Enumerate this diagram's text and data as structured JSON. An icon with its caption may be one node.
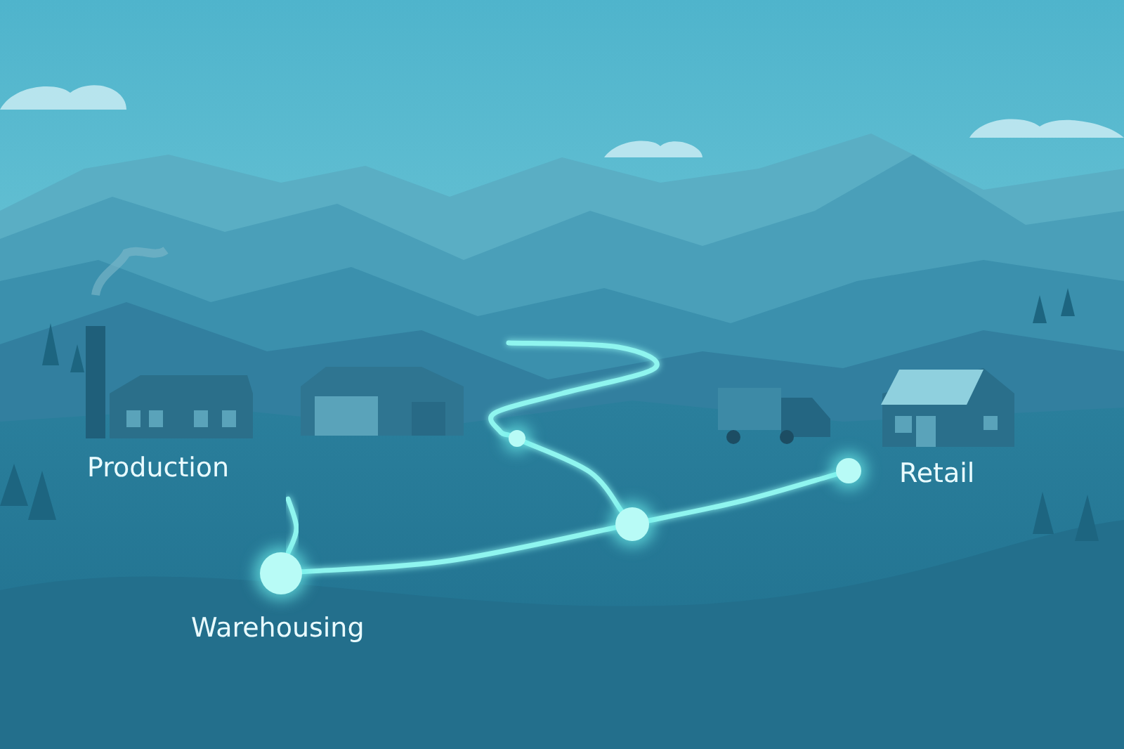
{
  "diagram": {
    "nodes": [
      {
        "text": [
          "Production"
        ]
      },
      {
        "text": [
          "Warehousing"
        ]
      },
      {
        "text": [
          "Retail"
        ]
      },
      {
        "text": [],
        "shape": "circle"
      },
      {
        "text": [],
        "shape": "circle"
      },
      {
        "text": [],
        "shape": "circle"
      },
      {
        "text": [],
        "shape": "circle"
      }
    ],
    "edges": [
      {
        "from": null,
        "to": 3,
        "arrow": "none"
      },
      {
        "from": 3,
        "to": 5,
        "arrow": "none"
      },
      {
        "from": null,
        "to": 4,
        "arrow": "none"
      },
      {
        "from": 4,
        "to": 5,
        "arrow": "none"
      },
      {
        "from": 5,
        "to": 6,
        "arrow": "none"
      }
    ]
  }
}
